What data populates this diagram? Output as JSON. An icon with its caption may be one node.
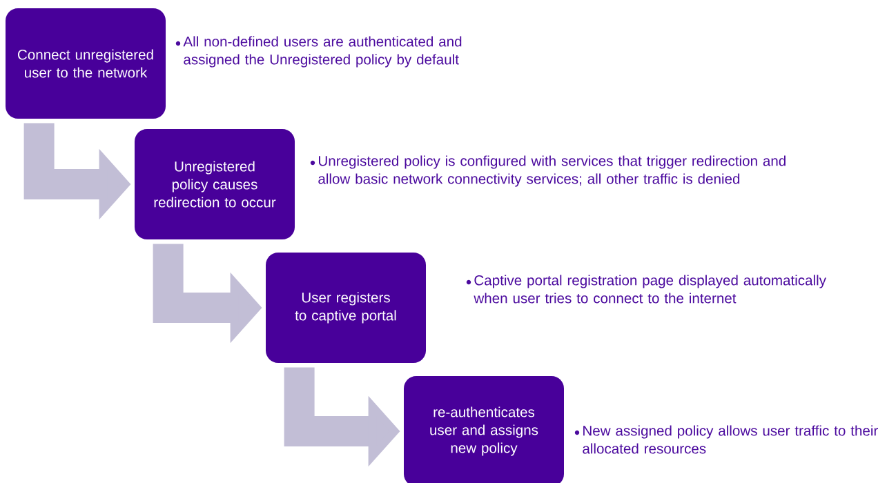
{
  "diagram": {
    "nodes": [
      {
        "text": [
          "Connect unregistered user to the network"
        ],
        "beside": [
          "All non-defined users are authenticated and assigned the Unregistered policy by default"
        ]
      },
      {
        "text": [
          "Unregistered policy causes redirection to occur"
        ],
        "beside": [
          "Unregistered policy is configured with services that trigger redirection and allow basic network connectivity services; all other traffic is denied"
        ]
      },
      {
        "text": [
          "User registers to captive portal"
        ],
        "beside": [
          "Captive portal registration page displayed automatically when user tries to connect to the internet"
        ]
      },
      {
        "text": [
          "re-authenticates user and assigns new policy"
        ],
        "beside": [
          "New assigned policy allows user traffic to their allocated resources"
        ]
      }
    ],
    "edges": [
      {
        "from": 0,
        "to": 1,
        "arrow": "to"
      },
      {
        "from": 1,
        "to": 2,
        "arrow": "to"
      },
      {
        "from": 2,
        "to": 3,
        "arrow": "to"
      }
    ]
  }
}
